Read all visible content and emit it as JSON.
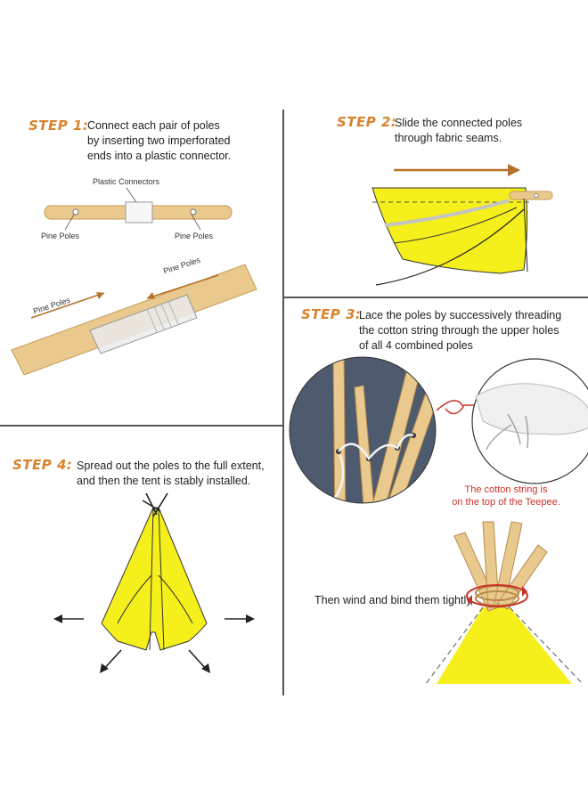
{
  "step1": {
    "label": "STEP 1:",
    "text_lines": [
      "Connect each pair of poles",
      "by inserting two imperforated",
      "ends into a plastic connector."
    ],
    "plastic_connectors_label": "Plastic Connectors",
    "pine_poles_left": "Pine Poles",
    "pine_poles_right": "Pine Poles",
    "pine_poles_diag_upper": "Pine Poles",
    "pine_poles_diag_lower": "Pine Poles"
  },
  "step2": {
    "label": "STEP 2:",
    "text_lines": [
      "Slide the connected poles",
      "through fabric seams."
    ]
  },
  "step3": {
    "label": "STEP 3:",
    "text_lines": [
      "Lace the poles by successively threading",
      "the cotton string through the upper holes",
      "of all 4 combined poles"
    ],
    "note_lines": [
      "The cotton string is",
      "on the top of the Teepee."
    ],
    "bind_text": "Then wind and bind them tightly"
  },
  "step4": {
    "label": "STEP 4:",
    "text_lines": [
      "Spread out the poles to the full extent,",
      "and then the tent is stably installed."
    ]
  },
  "colors": {
    "step_orange": "#d9822b",
    "tent_yellow": "#f5ef1c",
    "pole_wood": "#e9c98e",
    "note_red": "#c8322a",
    "arrow_brown": "#b5722a"
  }
}
